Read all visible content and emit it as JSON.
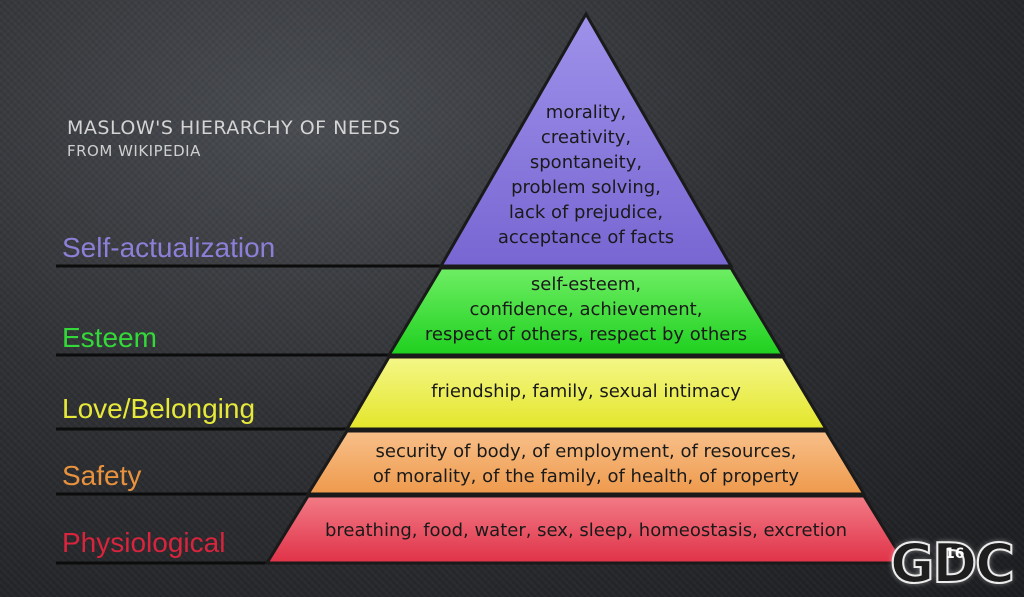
{
  "title": "MASLOW'S HIERARCHY OF NEEDS",
  "subtitle": "FROM WIKIPEDIA",
  "levels": [
    {
      "name": "Self-actualization",
      "color": "#7b6cd0",
      "lines": [
        "morality,",
        "creativity,",
        "spontaneity,",
        "problem solving,",
        "lack of prejudice,",
        "acceptance of facts"
      ]
    },
    {
      "name": "Esteem",
      "color": "#32dc38",
      "lines": [
        "self-esteem,",
        "confidence, achievement,",
        "respect of others, respect by others"
      ]
    },
    {
      "name": "Love/Belonging",
      "color": "#e6e93a",
      "lines": [
        "friendship, family, sexual intimacy"
      ]
    },
    {
      "name": "Safety",
      "color": "#e8923e",
      "lines": [
        "security of body, of employment, of resources,",
        "of morality, of the family, of health, of property"
      ]
    },
    {
      "name": "Physiological",
      "color": "#d8243c",
      "lines": [
        "breathing, food, water, sex, sleep, homeostasis, excretion"
      ]
    }
  ],
  "logo": {
    "text": "GDC",
    "badge": "16"
  }
}
